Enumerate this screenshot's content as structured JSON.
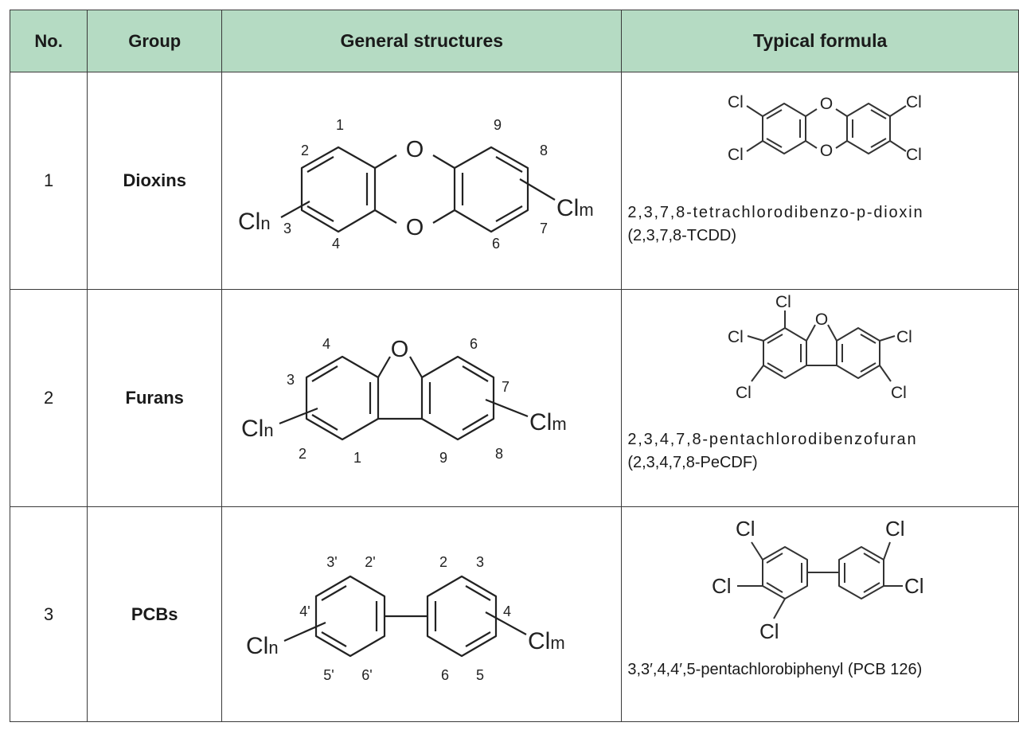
{
  "headers": {
    "no": "No.",
    "group": "Group",
    "structures": "General structures",
    "formula": "Typical formula"
  },
  "rows": [
    {
      "no": "1",
      "group": "Dioxins",
      "structure": {
        "sub_left": "Cl",
        "sub_left_idx": "n",
        "sub_right": "Cl",
        "sub_right_idx": "m",
        "ring_atoms": [
          "O",
          "O"
        ],
        "positions": [
          "1",
          "2",
          "3",
          "4",
          "6",
          "7",
          "8",
          "9"
        ]
      },
      "formula": {
        "atoms": [
          "O",
          "O",
          "Cl",
          "Cl",
          "Cl",
          "Cl"
        ],
        "name": "2,3,7,8-tetrachlorodibenzo-p-dioxin",
        "abbr": "(2,3,7,8-TCDD)"
      }
    },
    {
      "no": "2",
      "group": "Furans",
      "structure": {
        "sub_left": "Cl",
        "sub_left_idx": "n",
        "sub_right": "Cl",
        "sub_right_idx": "m",
        "ring_atoms": [
          "O"
        ],
        "positions": [
          "4",
          "3",
          "2",
          "1",
          "6",
          "7",
          "8",
          "9"
        ]
      },
      "formula": {
        "atoms": [
          "O",
          "Cl",
          "Cl",
          "Cl",
          "Cl",
          "Cl"
        ],
        "name": "2,3,4,7,8-pentachlorodibenzofuran",
        "abbr": "(2,3,4,7,8-PeCDF)"
      }
    },
    {
      "no": "3",
      "group": "PCBs",
      "structure": {
        "sub_left": "Cl",
        "sub_left_idx": "n",
        "sub_right": "Cl",
        "sub_right_idx": "m",
        "positions": [
          "3'",
          "2'",
          "4'",
          "5'",
          "6'",
          "2",
          "3",
          "4",
          "6",
          "5"
        ]
      },
      "formula": {
        "atoms": [
          "Cl",
          "Cl",
          "Cl",
          "Cl",
          "Cl"
        ],
        "name": "3,3′,4,4′,5-pentachlorobiphenyl (PCB 126)"
      }
    }
  ]
}
